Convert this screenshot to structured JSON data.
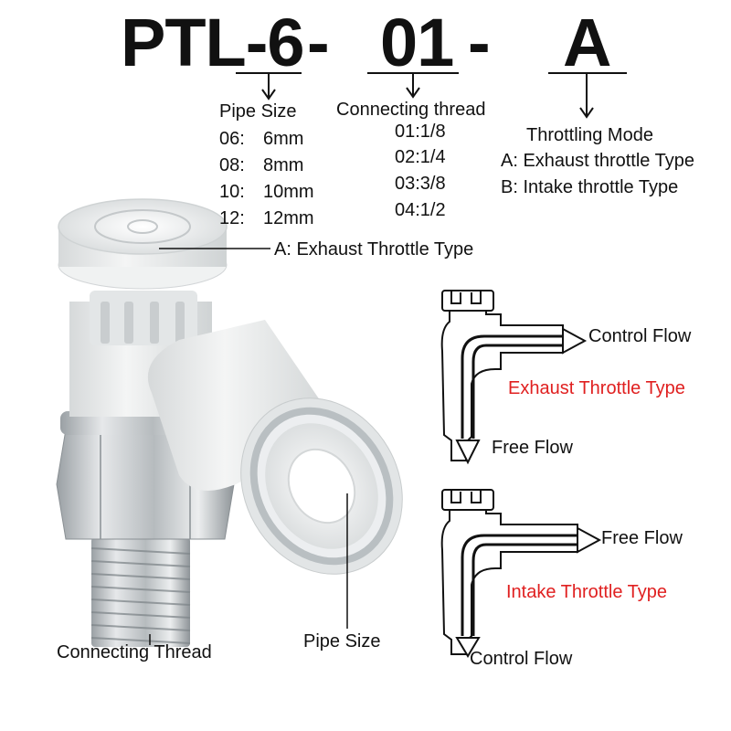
{
  "model_code": {
    "part1": "PTL-6",
    "sep1": "-",
    "part2": "01",
    "sep2": "-",
    "part3": "A"
  },
  "pipe_size": {
    "title": "Pipe Size",
    "options": [
      {
        "code": "06:",
        "value": "6mm"
      },
      {
        "code": "08:",
        "value": "8mm"
      },
      {
        "code": "10:",
        "value": "10mm"
      },
      {
        "code": "12:",
        "value": "12mm"
      }
    ]
  },
  "connecting_thread": {
    "title": "Connecting thread",
    "options": [
      "01:1/8",
      "02:1/4",
      "03:3/8",
      "04:1/2"
    ]
  },
  "throttling_mode": {
    "title": "Throttling Mode",
    "options": [
      "A: Exhaust throttle Type",
      "B: Intake throttle Type"
    ]
  },
  "photo_callouts": {
    "cap": "A: Exhaust Throttle Type",
    "thread": "Connecting Thread",
    "pipe": "Pipe Size"
  },
  "diagram_exhaust": {
    "out_label": "Control Flow",
    "type_label": "Exhaust Throttle Type",
    "down_label": "Free Flow"
  },
  "diagram_intake": {
    "out_label": "Free Flow",
    "type_label": "Intake Throttle Type",
    "down_label": "Control Flow"
  },
  "colors": {
    "text": "#111111",
    "accent_red": "#e02020",
    "fitting_white": "#eef0f0",
    "nickel": "#c4c8ca"
  }
}
